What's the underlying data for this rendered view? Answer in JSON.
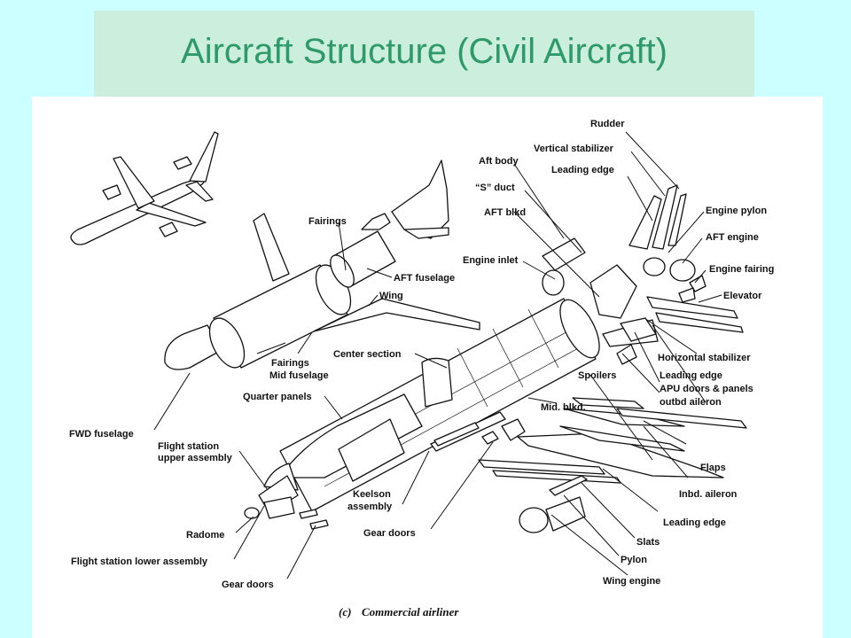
{
  "slide": {
    "title": "Aircraft Structure (Civil Aircraft)"
  },
  "figure": {
    "caption_marker": "(c)",
    "caption_text": "Commercial airliner",
    "labels": {
      "rudder": "Rudder",
      "vertical_stabilizer": "Vertical stabilizer",
      "leading_edge_top": "Leading edge",
      "aft_body": "Aft body",
      "s_duct": "“S” duct",
      "aft_blkd": "AFT blkd",
      "engine_pylon": "Engine pylon",
      "aft_engine": "AFT engine",
      "engine_fairing": "Engine fairing",
      "elevator": "Elevator",
      "fairings_top": "Fairings",
      "aft_fuselage": "AFT fuselage",
      "wing": "Wing",
      "engine_inlet": "Engine inlet",
      "fairings_mid": "Fairings",
      "mid_fuselage": "Mid fuselage",
      "center_section": "Center section",
      "horizontal_stabilizer": "Horizontal stabilizer",
      "leading_edge_mid": "Leading edge",
      "apu_doors": "APU doors & panels",
      "outbd_aileron": "outbd aileron",
      "spoilers": "Spoilers",
      "quarter_panels": "Quarter panels",
      "mid_blkd": "Mid. blkd.",
      "fwd_fuselage": "FWD fuselage",
      "flight_station_upper_1": "Flight station",
      "flight_station_upper_2": "upper assembly",
      "keelson_1": "Keelson",
      "keelson_2": "assembly",
      "flaps": "Flaps",
      "inbd_aileron": "Inbd. aileron",
      "leading_edge_low": "Leading edge",
      "radome": "Radome",
      "gear_doors_mid": "Gear doors",
      "slats": "Slats",
      "flight_station_lower": "Flight station  lower assembly",
      "pylon": "Pylon",
      "gear_doors_low": "Gear doors",
      "wing_engine": "Wing engine"
    }
  }
}
